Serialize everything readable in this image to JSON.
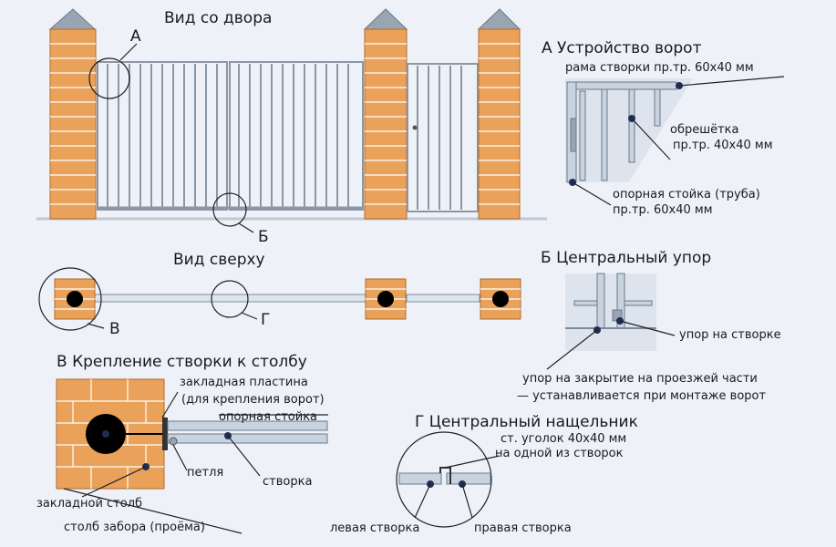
{
  "labels": {
    "view_yard": "Вид со двора",
    "marker_a": "А",
    "marker_b": "Б",
    "marker_v": "В",
    "marker_g": "Г",
    "view_top": "Вид сверху",
    "sec_a_title": "А  Устройство ворот",
    "sec_a_frame": "рама створки пр.тр. 60х40 мм",
    "sec_a_lath1": "обрешётка",
    "sec_a_lath2": "пр.тр. 40х40 мм",
    "sec_a_post1": "опорная стойка (труба)",
    "sec_a_post2": "пр.тр. 60х40 мм",
    "sec_b_title": "Б  Центральный упор",
    "sec_b_stop": "упор на створке",
    "sec_b_close1": "упор на закрытие на проезжей части",
    "sec_b_close2": "— устанавливается при монтаже ворот",
    "sec_v_title": "В  Крепление створки к столбу",
    "sec_v_plate1": "закладная пластина",
    "sec_v_plate2": "(для крепления ворот)",
    "sec_v_support": "опорная стойка",
    "sec_v_hinge": "петля",
    "sec_v_leaf": "створка",
    "sec_v_embed": "закладной столб",
    "sec_v_fence": "столб забора (проёма)",
    "sec_g_title": "Г  Центральный нащельник",
    "sec_g_angle1": "ст. уголок 40х40 мм",
    "sec_g_angle2": "на одной из створок",
    "sec_g_left": "левая створка",
    "sec_g_right": "правая створка"
  },
  "colors": {
    "brick": "#eaa25a",
    "mortar": "#ffffff",
    "steel": "#c8d3df",
    "outline": "#6b7888",
    "dot": "#1e2f55",
    "background": "#eef2f8"
  }
}
